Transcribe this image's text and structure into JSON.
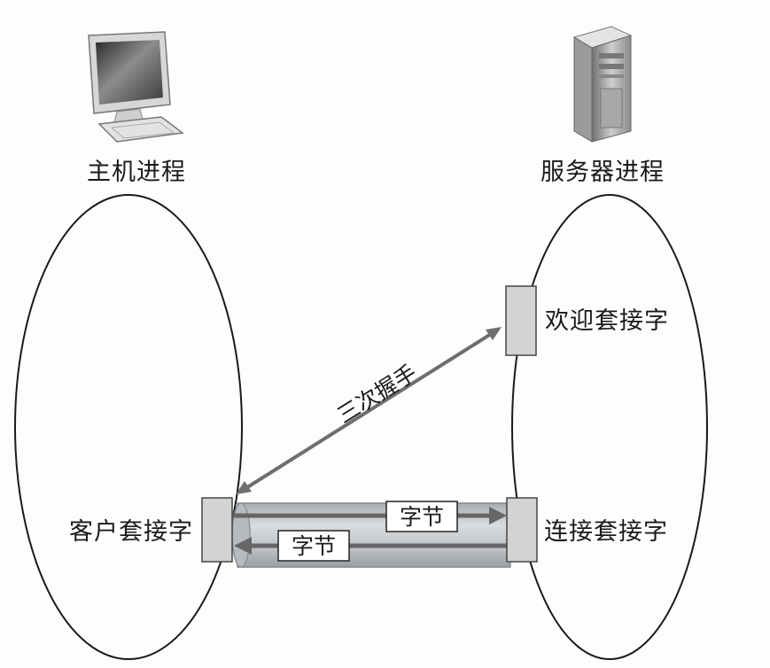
{
  "host": {
    "title": "主机进程",
    "socket_label": "客户套接字"
  },
  "server": {
    "title": "服务器进程",
    "welcome_socket_label": "欢迎套接字",
    "connection_socket_label": "连接套接字"
  },
  "handshake": {
    "label": "三次握手"
  },
  "pipe": {
    "bytes_right_label": "字节",
    "bytes_left_label": "字节"
  },
  "icons": {
    "host": "desktop-computer-icon",
    "server": "server-tower-icon"
  }
}
